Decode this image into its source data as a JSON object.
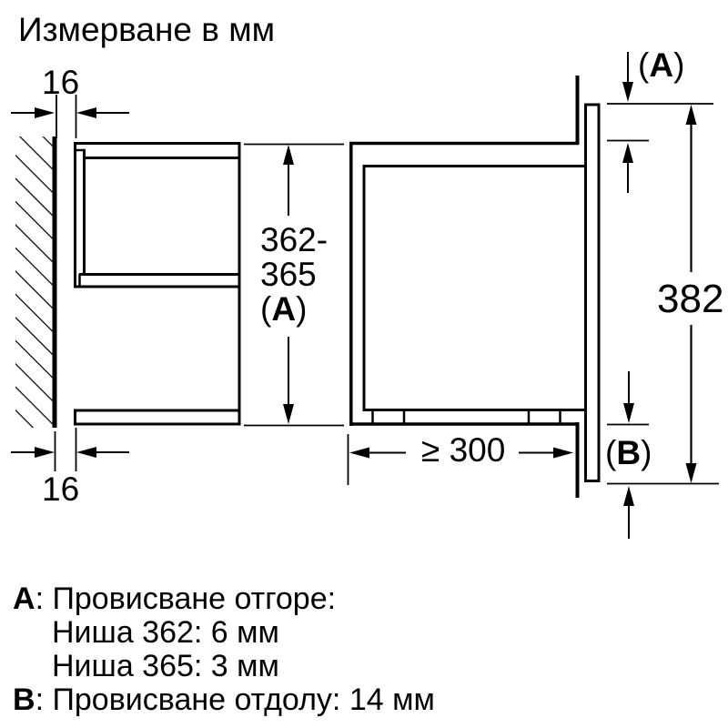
{
  "title": "Измерване в мм",
  "colors": {
    "ink": "#000000",
    "background": "#ffffff"
  },
  "left_figure": {
    "gap_top_label": "16",
    "gap_bottom_label": "16"
  },
  "niche_height_dimension": {
    "line1": "362-",
    "line2": "365",
    "paren_open": "(",
    "letter": "A",
    "paren_close": ")"
  },
  "right_figure": {
    "overhang_top_label": {
      "paren_open": "(",
      "letter": "A",
      "paren_close": ")"
    },
    "front_height_label": "382",
    "depth_label": "≥ 300",
    "overhang_bottom_label": {
      "paren_open": "(",
      "letter": "B",
      "paren_close": ")"
    }
  },
  "legend": {
    "line1": {
      "key": "A",
      "text": ": Провисване отгоре:"
    },
    "line2": "Ниша 362: 6 мм",
    "line3": "Ниша 365: 3 мм",
    "line4": {
      "key": "B",
      "text": ": Провисване отдолу: 14 мм"
    }
  }
}
